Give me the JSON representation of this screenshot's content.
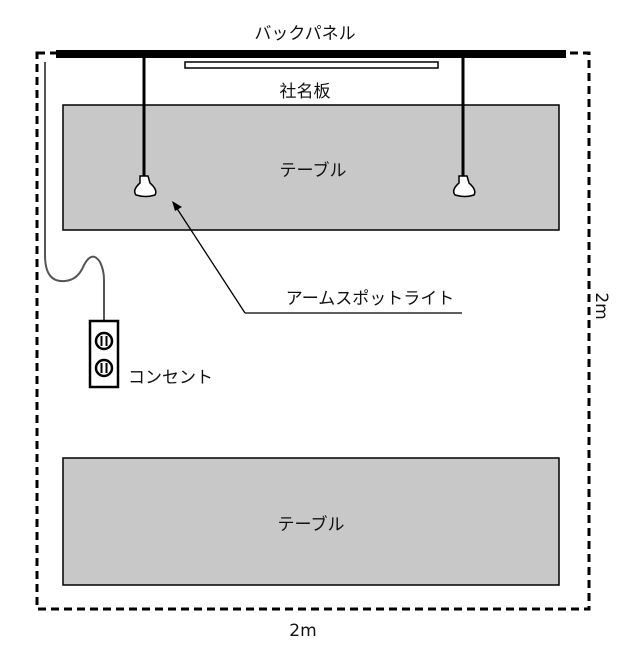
{
  "labels": {
    "back_panel": "バックパネル",
    "name_plate": "社名板",
    "table_top": "テーブル",
    "table_bottom": "テーブル",
    "arm_spotlight": "アームスポットライト",
    "outlet": "コンセント",
    "width_dim": "2m",
    "depth_dim": "2m"
  },
  "colors": {
    "table_fill": "#c8c8c8",
    "line": "#000000",
    "cable": "#555555"
  }
}
